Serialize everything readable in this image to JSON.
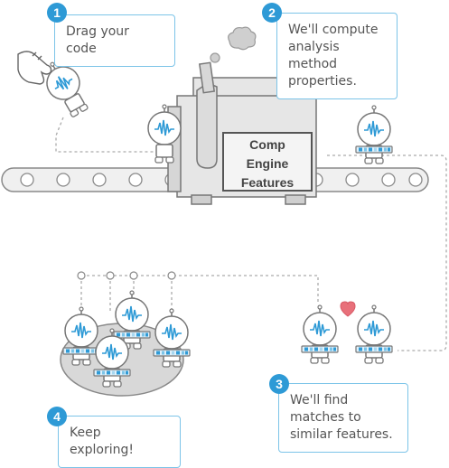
{
  "steps": [
    {
      "number": "1",
      "text": "Drag your code"
    },
    {
      "number": "2",
      "text": "We'll compute analysis method properties."
    },
    {
      "number": "3",
      "text": "We'll find matches to similar features."
    },
    {
      "number": "4",
      "text": "Keep exploring!"
    }
  ],
  "engine": {
    "line1": "Comp",
    "line2": "Engine",
    "line3": "Features"
  },
  "colors": {
    "accent": "#2e9ad6",
    "callout_border": "#7cc4e8",
    "heart": "#e8707a",
    "signal": "#2e9ad6"
  }
}
